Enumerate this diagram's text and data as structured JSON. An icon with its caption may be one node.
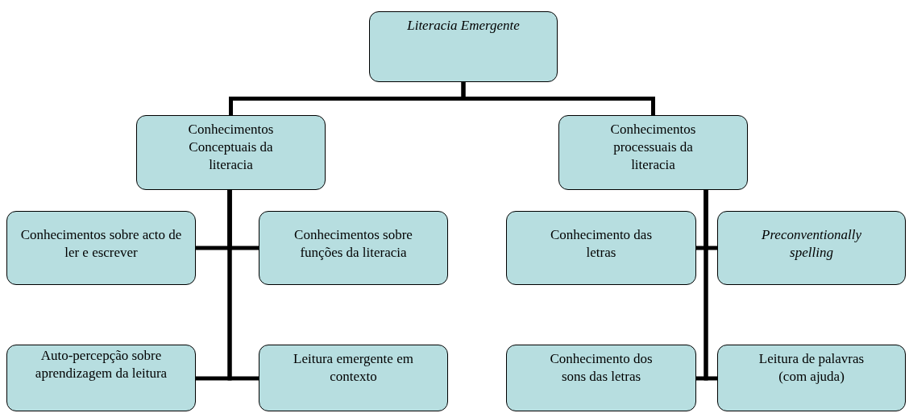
{
  "diagram": {
    "nodes": [
      {
        "text": [
          "Literacia Emergente"
        ]
      },
      {
        "text": [
          "Conhecimentos Conceptuais da literacia"
        ]
      },
      {
        "text": [
          "Conhecimentos processuais da literacia"
        ]
      },
      {
        "text": [
          "Conhecimentos sobre acto de ler e escrever"
        ]
      },
      {
        "text": [
          "Conhecimentos sobre funções da literacia"
        ]
      },
      {
        "text": [
          "Auto-percepção sobre aprendizagem da leitura"
        ]
      },
      {
        "text": [
          "Leitura emergente em contexto"
        ]
      },
      {
        "text": [
          "Conhecimento das letras"
        ]
      },
      {
        "text": [
          "Preconventionally spelling"
        ]
      },
      {
        "text": [
          "Conhecimento dos sons das letras"
        ]
      },
      {
        "text": [
          "Leitura de palavras (com ajuda)"
        ]
      }
    ],
    "edges": [
      {
        "from": 0,
        "to": 1,
        "arrow": "none"
      },
      {
        "from": 0,
        "to": 2,
        "arrow": "none"
      },
      {
        "from": 1,
        "to": 3,
        "arrow": "none"
      },
      {
        "from": 1,
        "to": 4,
        "arrow": "none"
      },
      {
        "from": 1,
        "to": 5,
        "arrow": "none"
      },
      {
        "from": 1,
        "to": 6,
        "arrow": "none"
      },
      {
        "from": 2,
        "to": 7,
        "arrow": "none"
      },
      {
        "from": 2,
        "to": 8,
        "arrow": "none"
      },
      {
        "from": 2,
        "to": 9,
        "arrow": "none"
      },
      {
        "from": 2,
        "to": 10,
        "arrow": "none"
      }
    ]
  }
}
